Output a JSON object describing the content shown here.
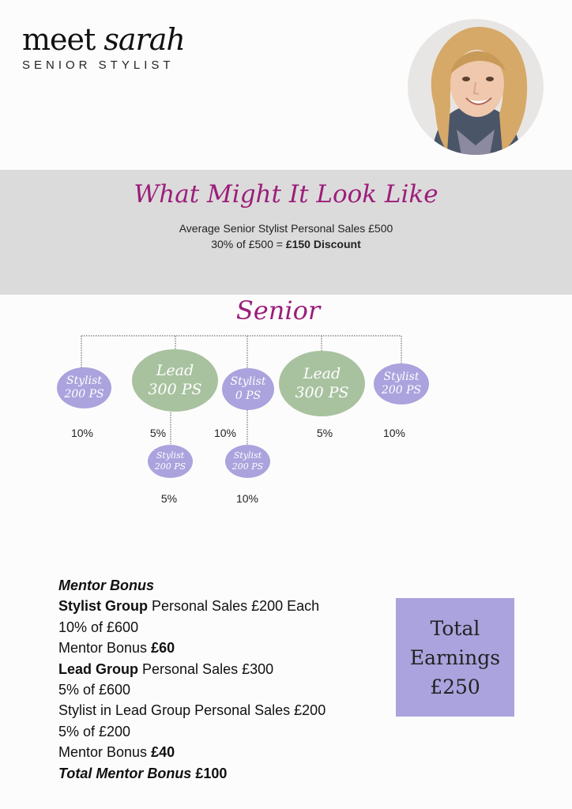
{
  "header": {
    "meet": "meet",
    "name": "sarah",
    "role": "SENIOR STYLIST"
  },
  "banner": {
    "title": "What Might It Look Like",
    "line1": "Average Senior Stylist Personal Sales £500",
    "line2_prefix": "30% of £500 = ",
    "line2_bold": "£150 Discount"
  },
  "tree": {
    "title": "Senior",
    "top_nodes": [
      {
        "type": "Stylist",
        "ps": "200 PS",
        "pct": "10%"
      },
      {
        "type": "Lead",
        "ps": "300 PS",
        "pct": "5%"
      },
      {
        "type": "Stylist",
        "ps": "0 PS",
        "pct": "10%"
      },
      {
        "type": "Lead",
        "ps": "300 PS",
        "pct": "5%"
      },
      {
        "type": "Stylist",
        "ps": "200 PS",
        "pct": "10%"
      }
    ],
    "sub_nodes": [
      {
        "type": "Stylist",
        "ps": "200 PS",
        "pct": "5%"
      },
      {
        "type": "Stylist",
        "ps": "200 PS",
        "pct": "10%"
      }
    ]
  },
  "bonus": {
    "heading": "Mentor Bonus",
    "stylist_group_label": "Stylist Group",
    "stylist_group_text": " Personal Sales £200 Each",
    "stylist_calc": "10% of £600",
    "stylist_bonus_prefix": "Mentor Bonus ",
    "stylist_bonus_value": "£60",
    "lead_group_label": "Lead Group",
    "lead_group_text": " Personal Sales £300",
    "lead_calc": "5% of £600",
    "lead_stylist_text": "Stylist in Lead Group Personal Sales £200",
    "lead_stylist_calc": "5% of £200",
    "lead_bonus_prefix": "Mentor Bonus ",
    "lead_bonus_value": "£40",
    "total_label": "Total Mentor Bonus",
    "total_value": " £100"
  },
  "total_box": {
    "line1": "Total",
    "line2": "Earnings",
    "line3": "£250"
  },
  "colors": {
    "accent": "#9b1e7a",
    "stylist_node": "#aaa3dd",
    "lead_node": "#a8c29f",
    "band": "#dcdbdb"
  }
}
